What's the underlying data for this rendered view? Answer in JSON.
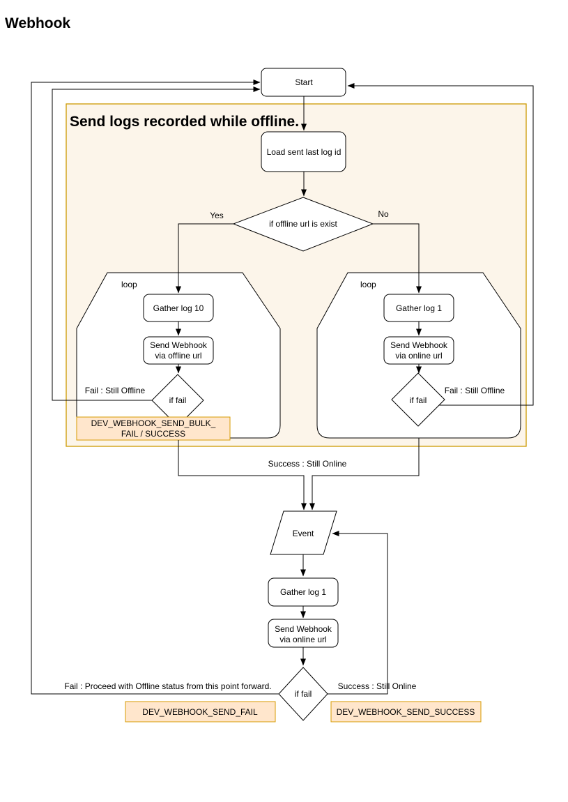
{
  "title": "Webhook",
  "section": {
    "title": "Send logs recorded while offline."
  },
  "colors": {
    "container_fill": "#fcf5ea",
    "container_border": "#cc9900",
    "event_label_fill": "#ffe6cc",
    "event_label_border": "#d79b00",
    "shape_fill": "#ffffff",
    "line_color": "#000000"
  },
  "nodes": {
    "start": "Start",
    "load_last_log_id": "Load sent last log id",
    "offline_url_check": "if offline url is exist",
    "left_loop": "loop",
    "right_loop": "loop",
    "gather_log_10": "Gather log 10",
    "send_webhook_offline_line1": "Send Webhook",
    "send_webhook_offline_line2": "via offline url",
    "if_fail_left": "if fail",
    "gather_log_1_right": "Gather log 1",
    "send_webhook_online_right_line1": "Send Webhook",
    "send_webhook_online_right_line2": "via online url",
    "if_fail_right": "if fail",
    "event": "Event",
    "gather_log_1_bottom": "Gather log 1",
    "send_webhook_online_bottom_line1": "Send Webhook",
    "send_webhook_online_bottom_line2": "via online url",
    "if_fail_bottom": "if fail"
  },
  "edge_labels": {
    "yes": "Yes",
    "no": "No",
    "fail_still_offline_left": "Fail : Still Offline",
    "fail_still_offline_right": "Fail : Still Offline",
    "success_still_online_mid": "Success : Still Online",
    "fail_forward": "Fail : Proceed with Offline status from this point forward.",
    "success_still_online_bottom": "Success : Still Online"
  },
  "event_tags": {
    "bulk_line1": "DEV_WEBHOOK_SEND_BULK_",
    "bulk_line2": "FAIL / SUCCESS",
    "send_fail": "DEV_WEBHOOK_SEND_FAIL",
    "send_success": "DEV_WEBHOOK_SEND_SUCCESS"
  }
}
